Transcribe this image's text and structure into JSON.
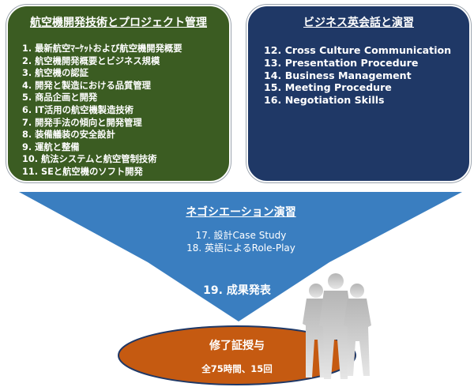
{
  "left_box": {
    "title": "航空機開発技術とプロジェクト管理",
    "items": [
      "1. 最新航空ﾏｰｹｯﾄおよび航空機開発概要",
      "2. 航空機開発概要とビジネス規模",
      "3. 航空機の認証",
      "4. 開発と製造における品質管理",
      "5. 商品企画と開発",
      "6. IT活用の航空機製造技術",
      "7. 開発手法の傾向と開発管理",
      "8. 装備艤装の安全設計",
      "9. 運航と整備",
      "10. 航法システムと航空管制技術",
      "11. SEと航空機のソフト開発"
    ]
  },
  "right_box": {
    "title": "ビジネス英会話と演習",
    "items": [
      "12. Cross Culture Communication",
      "13. Presentation Procedure",
      "14. Business Management",
      "15. Meeting Procedure",
      "16. Negotiation Skills"
    ]
  },
  "negotiation": {
    "title": "ネゴシエーション演習",
    "items": [
      "17. 設計Case Study",
      "18. 英語によるRole-Play"
    ]
  },
  "final": {
    "label": "19. 成果発表"
  },
  "certificate": {
    "title": "修了証授与",
    "subtitle": "全75時間、15回"
  },
  "colors": {
    "green_box": "#3b5c22",
    "blue_box": "#1f3866",
    "funnel_blue": "#3a7ec0",
    "ellipse_orange": "#c55a11",
    "silhouettes": "#c8c8c8"
  }
}
